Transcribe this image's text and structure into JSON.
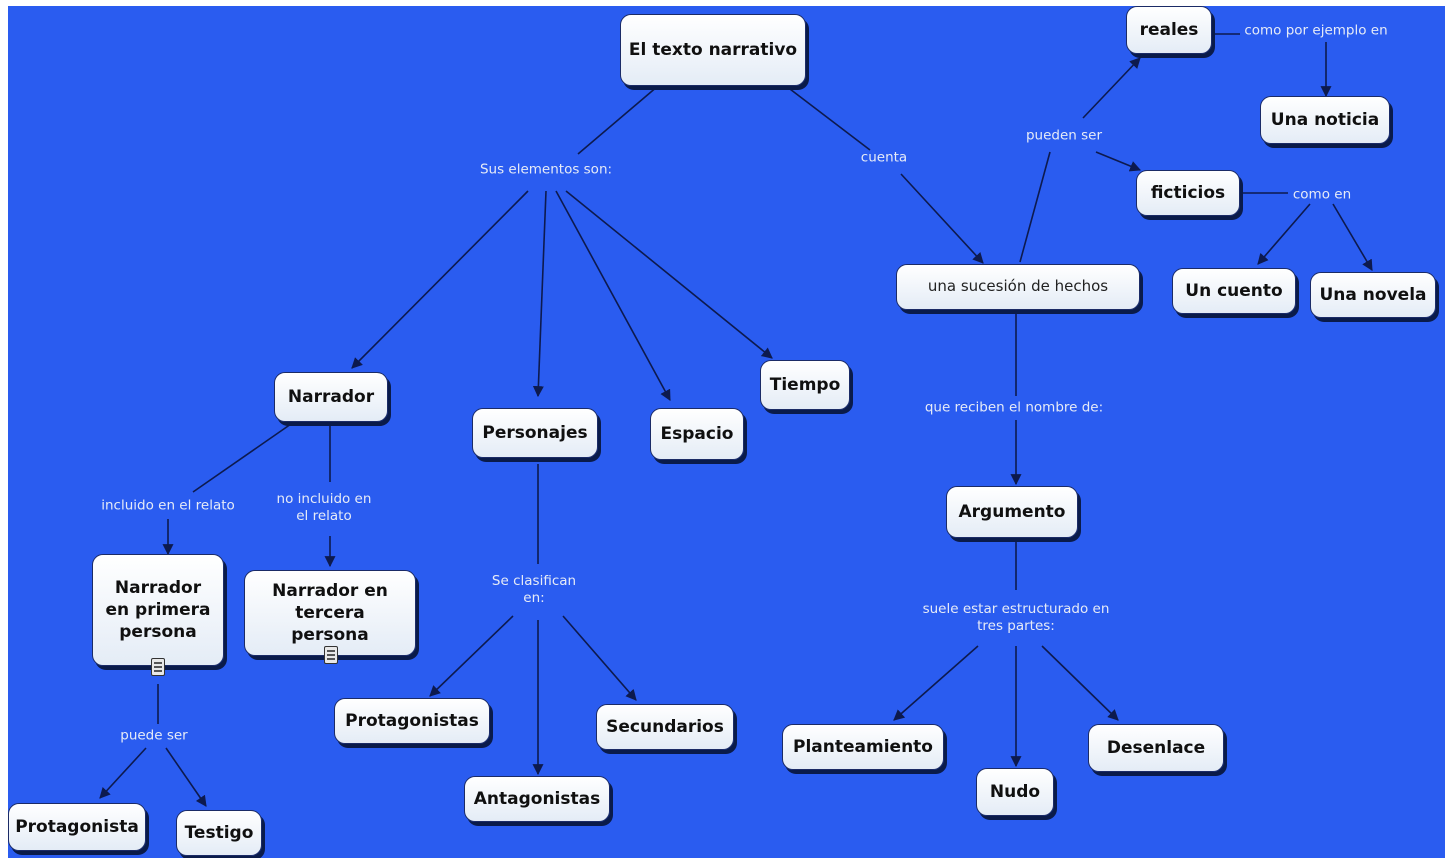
{
  "diagram": {
    "nodes": {
      "texto": "El texto narrativo",
      "narrador": "Narrador",
      "personajes": "Personajes",
      "espacio": "Espacio",
      "tiempo": "Tiempo",
      "narrador_primera": "Narrador en primera persona",
      "narrador_tercera": "Narrador en tercera persona",
      "protagonista": "Protagonista",
      "testigo": "Testigo",
      "protagonistas": "Protagonistas",
      "antagonistas": "Antagonistas",
      "secundarios": "Secundarios",
      "sucesion": "una sucesión de hechos",
      "reales": "reales",
      "una_noticia": "Una noticia",
      "ficticios": "ficticios",
      "un_cuento": "Un cuento",
      "una_novela": "Una novela",
      "argumento": "Argumento",
      "planteamiento": "Planteamiento",
      "nudo": "Nudo",
      "desenlace": "Desenlace"
    },
    "labels": {
      "sus_elementos": "Sus elementos son:",
      "cuenta": "cuenta",
      "incluido": "incluido en el relato",
      "no_incluido": "no incluido en el relato",
      "puede_ser": "puede ser",
      "se_clasifican": "Se clasifican en:",
      "pueden_ser": "pueden ser",
      "como_ejemplo": "como por ejemplo en",
      "como_en": "como en",
      "reciben": "que reciben el nombre de:",
      "suele_estar": "suele estar estructurado en tres partes:"
    },
    "colors": {
      "background": "#2a5cf0",
      "link": "#0d1a4e",
      "node_fill": "#f4f7fb"
    },
    "icons": [
      "document-icon",
      "document-icon"
    ]
  }
}
